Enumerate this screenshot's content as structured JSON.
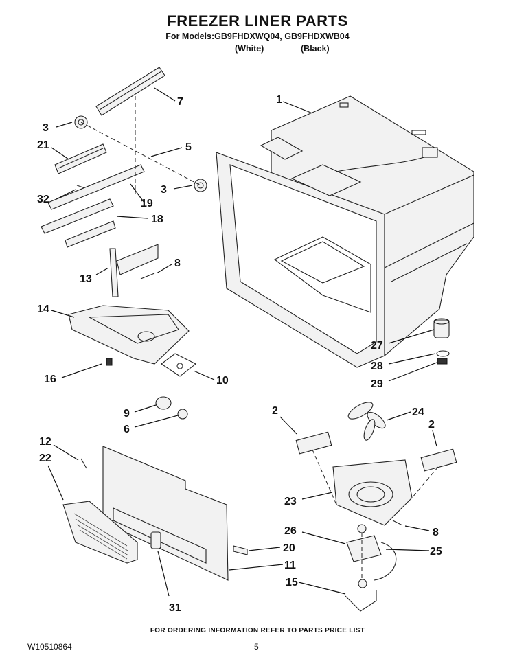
{
  "header": {
    "title": "FREEZER LINER PARTS",
    "models_line": "For Models:GB9FHDXWQ04, GB9FHDXWB04",
    "variant_white": "(White)",
    "variant_black": "(Black)"
  },
  "callouts": {
    "c1": "1",
    "c7": "7",
    "c3a": "3",
    "c21": "21",
    "c5": "5",
    "c32": "32",
    "c3b": "3",
    "c19": "19",
    "c18": "18",
    "c13": "13",
    "c8a": "8",
    "c14": "14",
    "c16": "16",
    "c10": "10",
    "c27": "27",
    "c28": "28",
    "c29": "29",
    "c9": "9",
    "c6": "6",
    "c2a": "2",
    "c24": "24",
    "c2b": "2",
    "c12": "12",
    "c22": "22",
    "c23": "23",
    "c26": "26",
    "c8b": "8",
    "c20": "20",
    "c25": "25",
    "c11": "11",
    "c15": "15",
    "c31": "31"
  },
  "footer": {
    "ordering_note": "FOR ORDERING INFORMATION REFER TO PARTS PRICE LIST",
    "doc_id": "W10510864",
    "page_number": "5"
  }
}
